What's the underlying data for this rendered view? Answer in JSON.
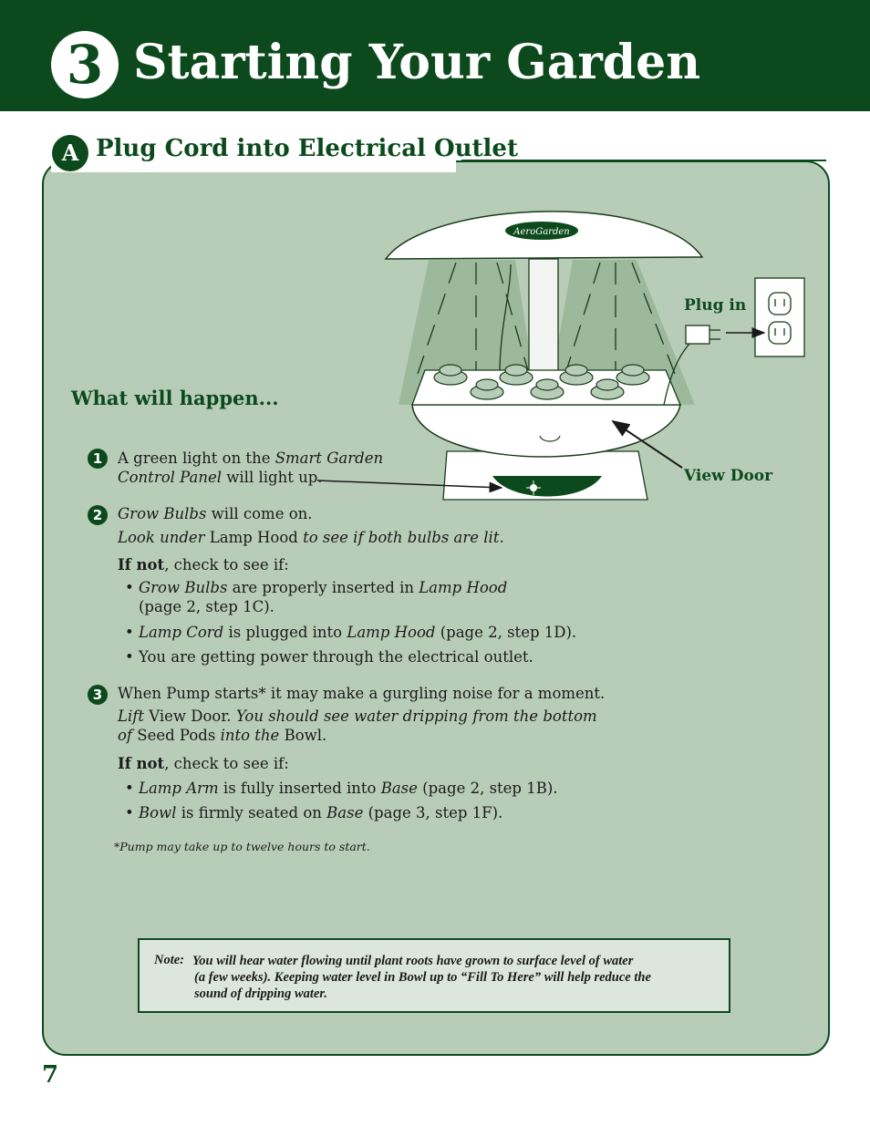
{
  "header": {
    "step_number": "3",
    "title": "Starting Your Garden"
  },
  "section": {
    "badge": "A",
    "title": "Plug Cord into Electrical Outlet"
  },
  "illustration": {
    "brand": "AeroGarden",
    "plug_label": "Plug in",
    "door_label": "View Door"
  },
  "what_heading": "What will happen...",
  "items": [
    {
      "number": "1"
    },
    {
      "number": "2"
    },
    {
      "number": "3"
    }
  ],
  "text": {
    "i1_a": "A green light on the ",
    "i1_b": "Smart Garden",
    "i1_c": "Control Panel",
    "i1_d": " will light up.",
    "i2_a": "Grow Bulbs",
    "i2_b": " will come on.",
    "i2_c": "Look under",
    "i2_d": " Lamp Hood ",
    "i2_e": "to see if both bulbs are lit.",
    "ifnot_bold": "If not",
    "ifnot_rest": ", check to see if:",
    "b1_a": "Grow Bulbs",
    "b1_b": " are properly inserted in ",
    "b1_c": "Lamp Hood",
    "b1_d": "(page 2, step 1C).",
    "b2_a": "Lamp Cord",
    "b2_b": " is plugged into ",
    "b2_c": "Lamp Hood",
    "b2_d": " (page 2, step 1D).",
    "b3": "You are getting power through the electrical outlet.",
    "i3_a": "When Pump starts* it may make a gurgling noise for a moment.",
    "i3_b": "Lift",
    "i3_c": " View Door. ",
    "i3_d": "You should see water dripping from the bottom",
    "i3_e": "of",
    "i3_f": " Seed Pods ",
    "i3_g": "into the",
    "i3_h": " Bowl.",
    "b4_a": "Lamp Arm",
    "b4_b": " is fully inserted into ",
    "b4_c": "Base",
    "b4_d": " (page 2, step 1B).",
    "b5_a": "Bowl",
    "b5_b": " is firmly seated on ",
    "b5_c": "Base",
    "b5_d": " (page 3, step 1F).",
    "bullet": "•"
  },
  "footnote": "*Pump may take up to twelve hours to start.",
  "note": {
    "label": "Note:",
    "line1": "You will hear water flowing until plant roots have grown to surface level of water",
    "line2": "(a few weeks). Keeping water level in Bowl up to “Fill To Here” will help reduce the",
    "line3": "sound of dripping water."
  },
  "page_number": "7",
  "colors": {
    "brand_green": "#0c4a1d",
    "panel": "#b8cdb8",
    "note_bg": "#dde6dd"
  }
}
